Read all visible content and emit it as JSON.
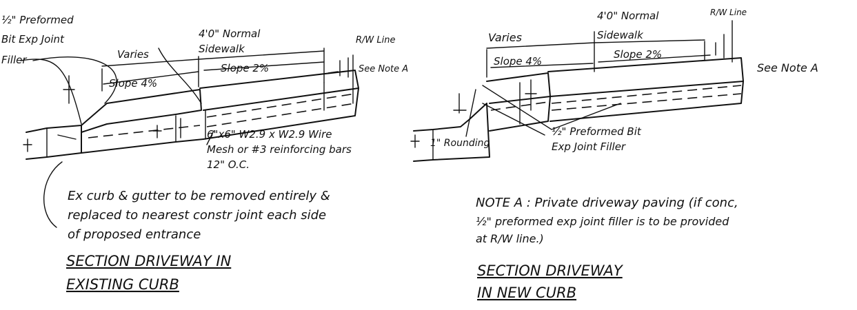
{
  "left": {
    "filler_label_1": "½\" Preformed",
    "filler_label_2": "Bit Exp Joint",
    "filler_label_3": "Filler",
    "varies": "Varies",
    "slope_apron": "Slope 4%",
    "sidewalk_label_1": "4'0\" Normal",
    "sidewalk_label_2": "Sidewalk",
    "slope_sidewalk": "Slope 2%",
    "rw_line": "R/W Line",
    "see_note": "See Note A",
    "mesh_1": "6\"x6\" W2.9 x W2.9 Wire",
    "mesh_2": "Mesh or #3 reinforcing bars",
    "mesh_3": "12\" O.C.",
    "curb_note_1": "Ex curb & gutter to be removed entirely &",
    "curb_note_2": "replaced to nearest constr joint each side",
    "curb_note_3": "of proposed entrance",
    "title_1": "SECTION DRIVEWAY IN",
    "title_2": "EXISTING CURB"
  },
  "right": {
    "varies": "Varies",
    "slope_apron": "Slope 4%",
    "sidewalk_label_1": "4'0\" Normal",
    "sidewalk_label_2": "Sidewalk",
    "slope_sidewalk": "Slope 2%",
    "rw_line": "R/W Line",
    "see_note": "See Note A",
    "rounding": "1\" Rounding",
    "filler_label_1": "½\" Preformed Bit",
    "filler_label_2": "Exp Joint Filler",
    "note_1": "NOTE A : Private driveway paving (if conc,",
    "note_2": "½\" preformed exp joint filler is to be provided",
    "note_3": "at R/W line.)",
    "title_1": "SECTION DRIVEWAY",
    "title_2": "IN NEW CURB"
  }
}
